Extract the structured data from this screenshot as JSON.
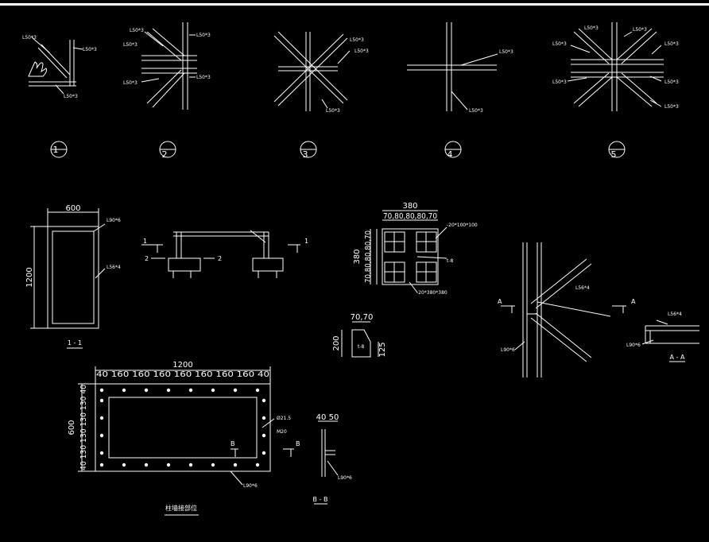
{
  "labels": {
    "angle_50x3": "L50*3",
    "angle_90x6": "L90*6",
    "angle_56x4": "L56*4",
    "plate_small": "-20*100*100",
    "plate_large": "-20*380*380",
    "stiffener": "t-8",
    "hole_diameter": "Ø21.5",
    "bolt": "M20"
  },
  "details": [
    "1",
    "2",
    "3",
    "4",
    "5"
  ],
  "dims": {
    "frame_width": "600",
    "frame_height": "1200",
    "plate_size": "380",
    "plate_subdiv": "70,80,80,80,70",
    "rib_top": "70,70",
    "rib_height_left": "200",
    "rib_height_right": "125",
    "panel_width": "1200",
    "panel_top_spacing": "40 160 160 160 160 160 160 160 40",
    "panel_height": "600",
    "panel_side_spacing": "40 130 130 130 130 40",
    "bb_dims": "40 50"
  },
  "sections": {
    "s11": "1 - 1",
    "aa": "A - A",
    "bb": "B - B",
    "cut1": "1",
    "cut2": "2",
    "cutA": "A",
    "cutB": "B",
    "panel_title": "柱墙接部位"
  },
  "colors": {
    "background": "#000000",
    "line": "#ffffff"
  }
}
